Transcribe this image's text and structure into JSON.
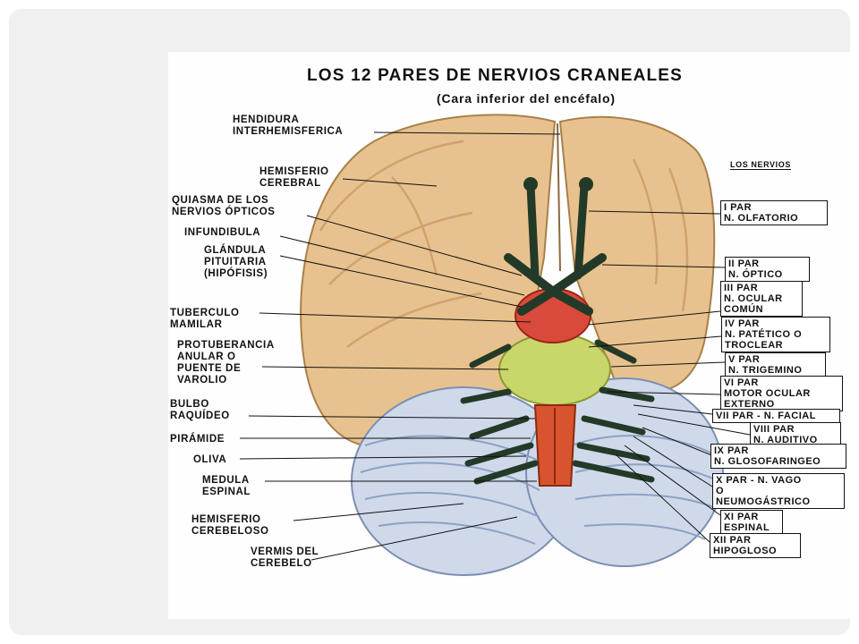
{
  "header": {
    "title": "LOS 12 PARES DE NERVIOS CRANEALES",
    "subtitle": "(Cara inferior del encéfalo)",
    "section_label": "LOS NERVIOS"
  },
  "left_labels": [
    "HENDIDURA\nINTERHEMISFERICA",
    "HEMISFERIO\nCEREBRAL",
    "QUIASMA DE LOS\nNERVIOS ÓPTICOS",
    "INFUNDIBULA",
    "GLÁNDULA\nPITUITARIA\n(HIPÓFISIS)",
    "TUBERCULO\nMAMILAR",
    "PROTUBERANCIA\nANULAR O\nPUENTE DE\nVAROLIO",
    "BULBO\nRAQUÍDEO",
    "PIRÁMIDE",
    "OLIVA",
    "MEDULA\nESPINAL",
    "HEMISFERIO\nCEREBELOSO",
    "VERMIS DEL\nCEREBELO"
  ],
  "right_labels": [
    "I PAR\nN. OLFATORIO",
    "II PAR\nN. ÓPTICO",
    "III PAR\nN. OCULAR\nCOMÚN",
    "IV PAR\nN. PATÉTICO O\nTROCLEAR",
    "V PAR\nN. TRIGEMINO",
    "VI PAR\nMOTOR OCULAR\nEXTERNO",
    "VII PAR - N. FACIAL",
    "VIII PAR\nN. AUDITIVO",
    "IX PAR\nN. GLOSOFARINGEO",
    "X PAR - N. VAGO\nO\nNEUMOGÁSTRICO",
    "XI PAR\nESPINAL",
    "XII PAR\nHIPOGLOSO"
  ]
}
